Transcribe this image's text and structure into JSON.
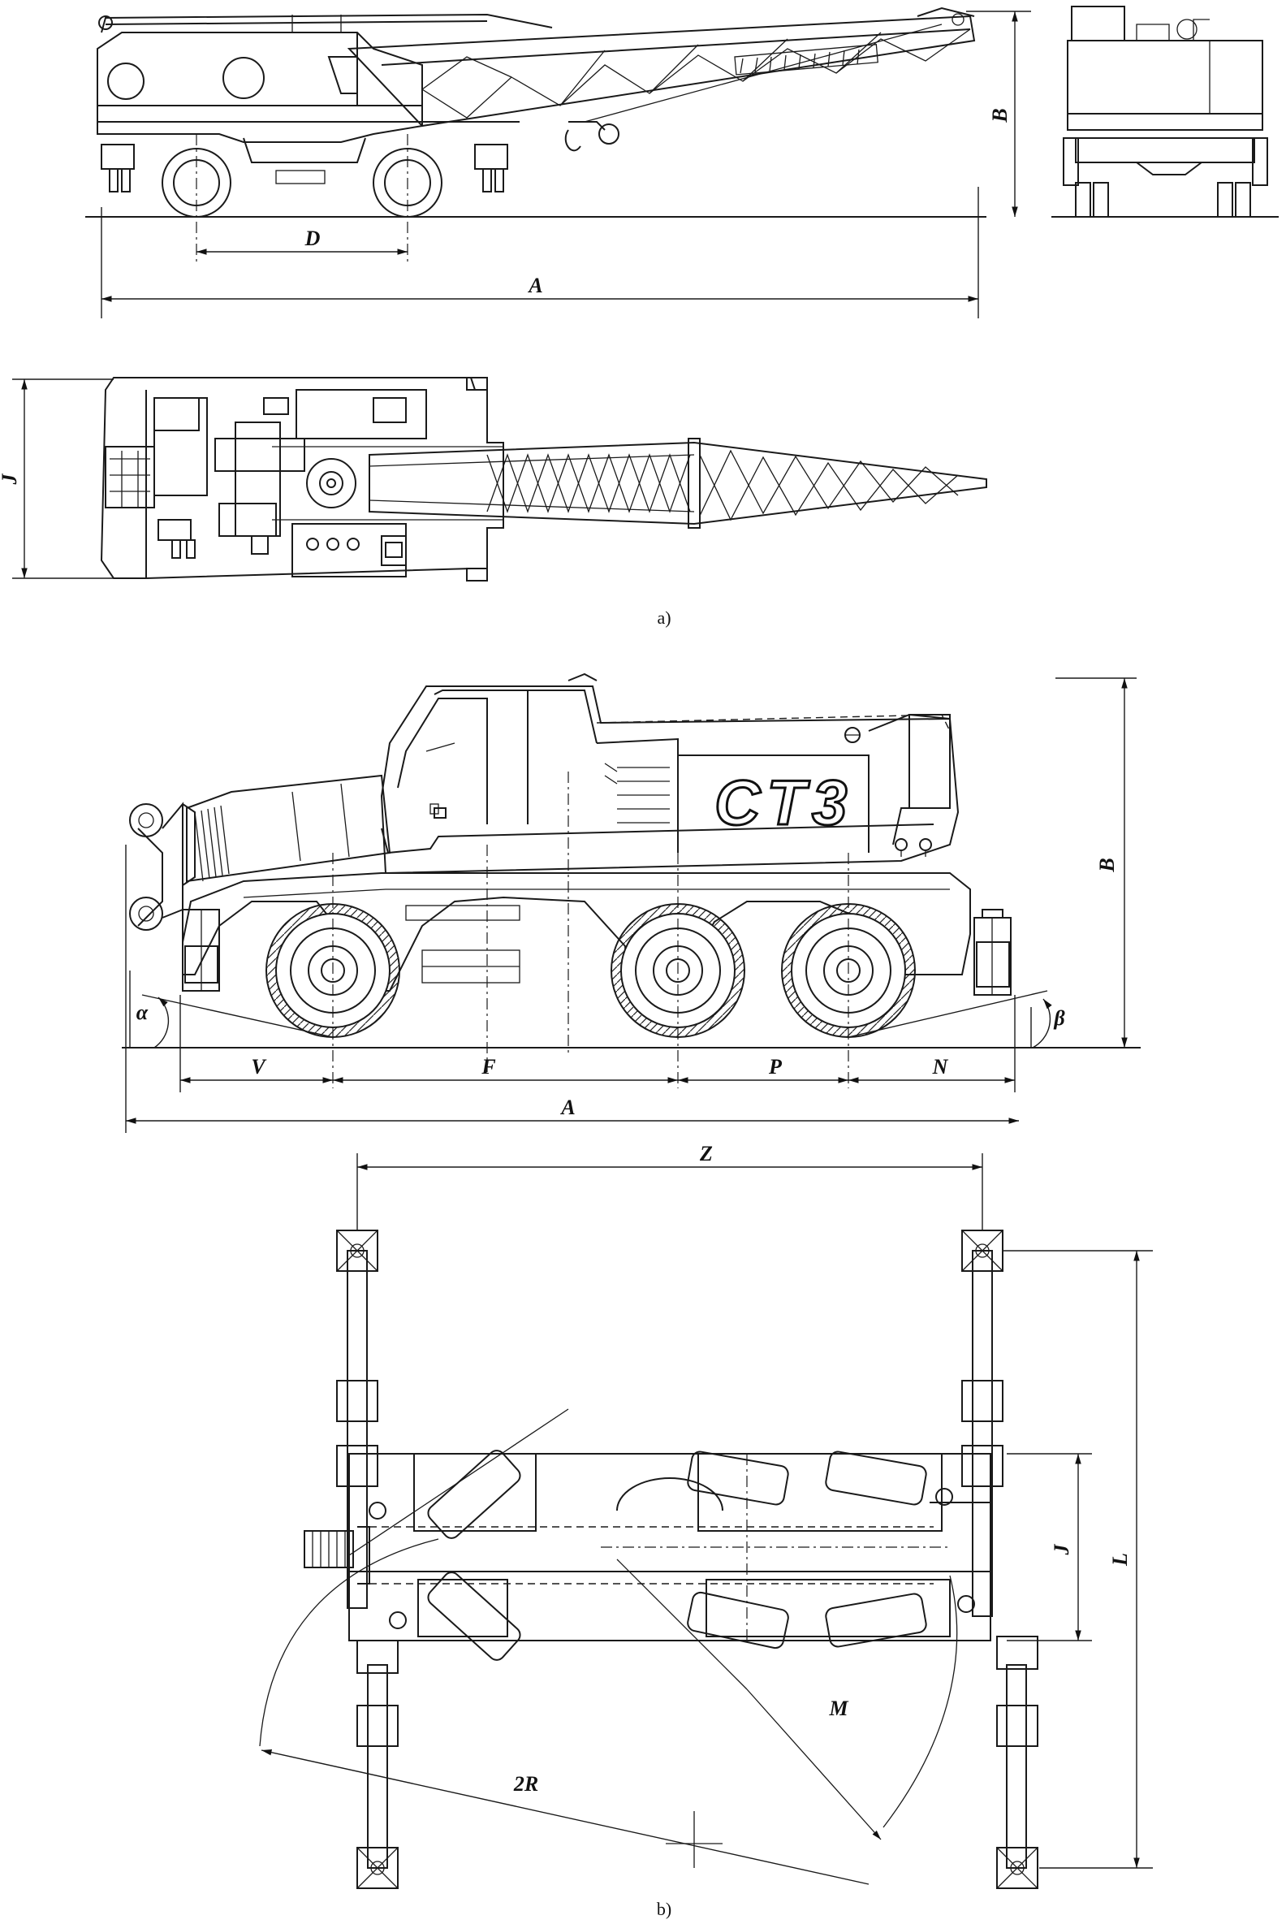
{
  "figure_a": {
    "caption": "a)",
    "side_view": {
      "dim_wheelbase": "D",
      "dim_overall_length": "A",
      "dim_height": "B"
    },
    "plan_view": {
      "dim_width": "J"
    }
  },
  "figure_b": {
    "caption": "b)",
    "side_view": {
      "logo_text": "CT3",
      "dim_height": "B",
      "dim_approach_angle": "α",
      "dim_departure_angle": "β",
      "dim_front_overhang": "V",
      "dim_axle_span_front": "F",
      "dim_axle_span_rear": "P",
      "dim_rear_overhang": "N",
      "dim_overall_length": "A"
    },
    "plan_view": {
      "dim_outrigger_span_length": "Z",
      "dim_outrigger_span_width": "L",
      "dim_track_width": "J",
      "dim_tail_swing": "M",
      "dim_turning_diameter": "2R"
    }
  }
}
